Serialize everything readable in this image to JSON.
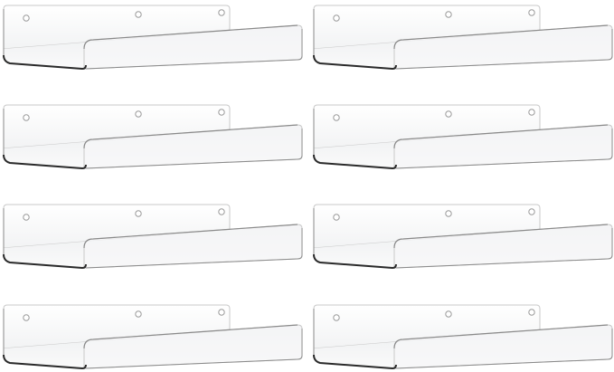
{
  "image": {
    "subject": "acrylic-floating-shelves",
    "shelf_count": 8,
    "layout": {
      "columns": 2,
      "rows": 4
    },
    "background_color": "#ffffff",
    "shelves": [
      {
        "label": ""
      },
      {
        "label": ""
      },
      {
        "label": ""
      },
      {
        "label": ""
      },
      {
        "label": ""
      },
      {
        "label": ""
      },
      {
        "label": ""
      },
      {
        "label": ""
      }
    ],
    "colors": {
      "edge_dark": "#2a2a2a",
      "edge_mid": "#8a8a8a",
      "edge_light": "#c9c9c9",
      "face_tint": "#f6f7f8",
      "hole": "#9a9a9a"
    }
  }
}
